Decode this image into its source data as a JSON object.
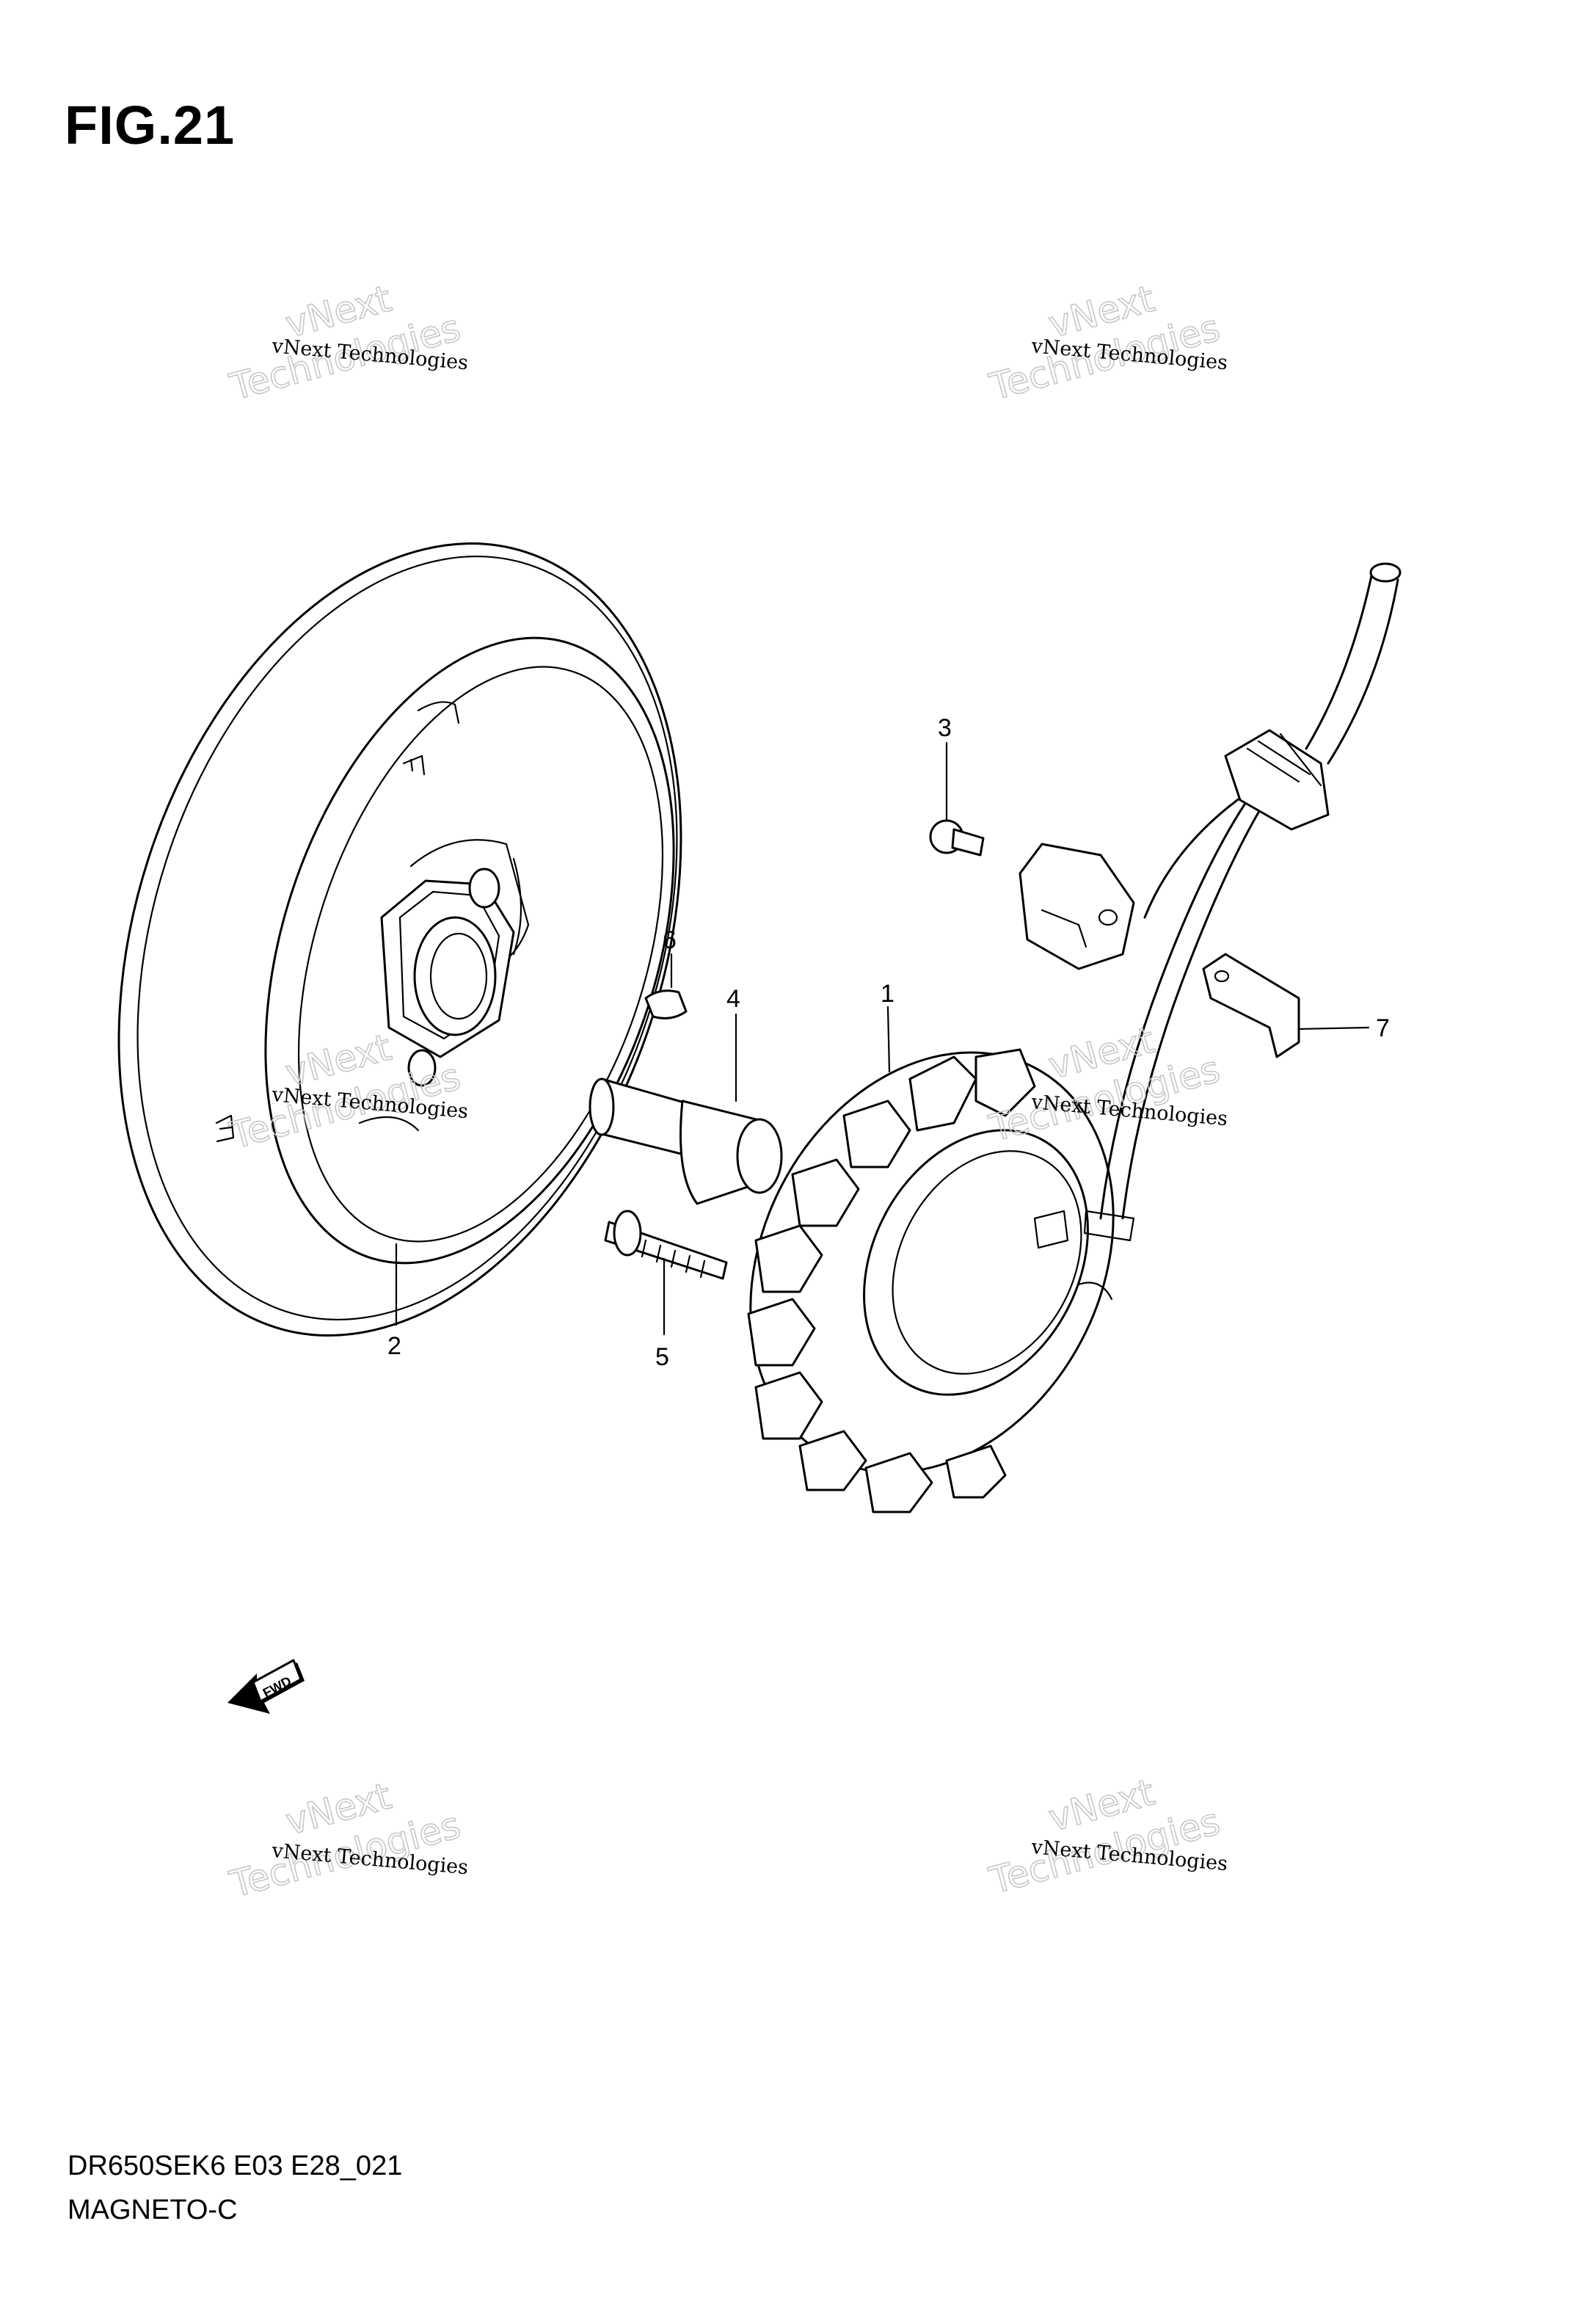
{
  "figure": {
    "title": "FIG.21",
    "code": "DR650SEK6 E03 E28_021",
    "name": "MAGNETO-C"
  },
  "callouts": [
    "1",
    "2",
    "3",
    "4",
    "5",
    "6",
    "7"
  ],
  "fwd_label": "FWD",
  "watermark": {
    "line1": "vNext Technologies",
    "line2a": "vNext",
    "line2b": "Technologies"
  }
}
